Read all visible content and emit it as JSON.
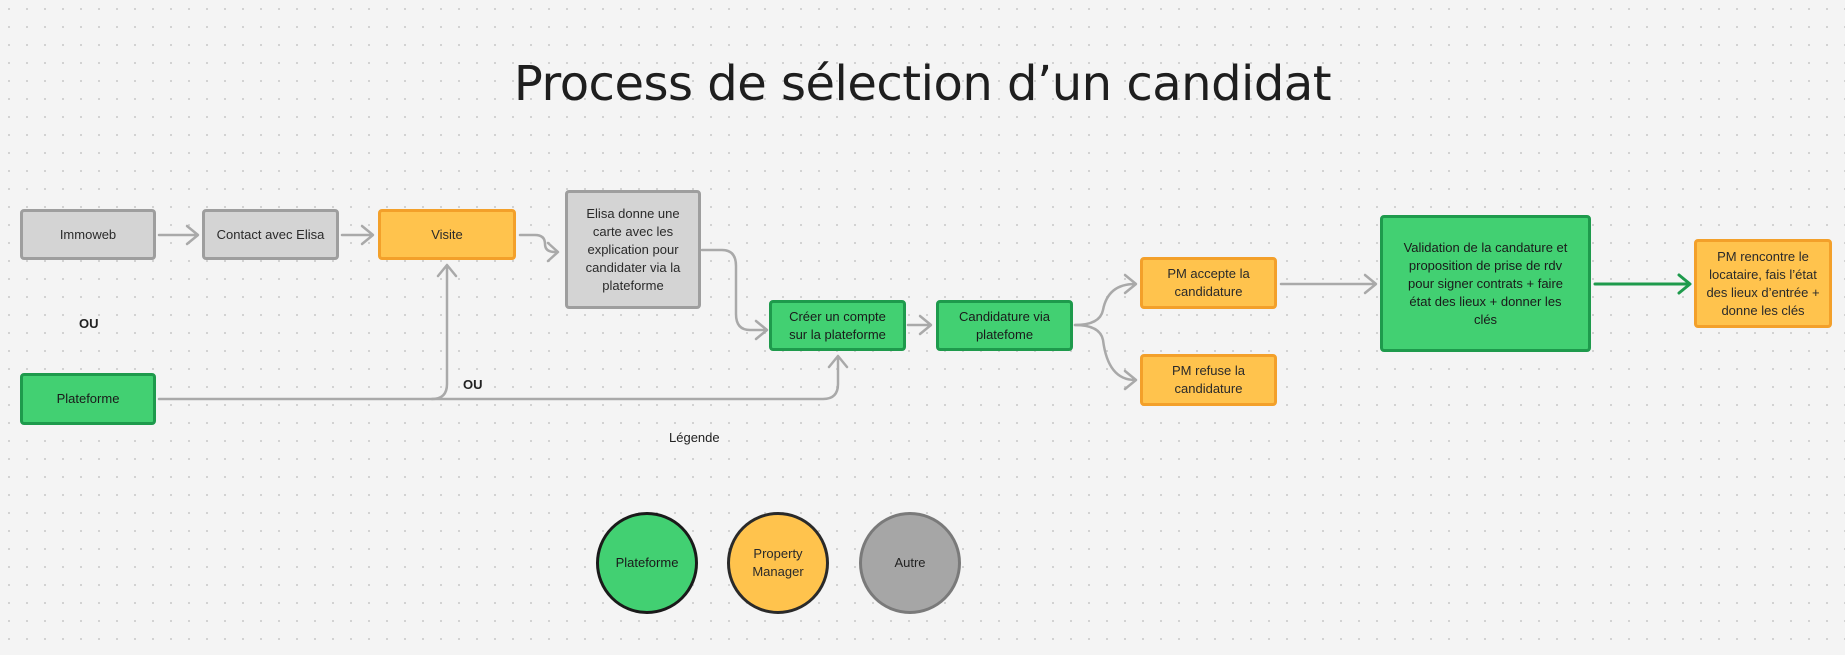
{
  "title": "Process de sélection d’un candidat",
  "nodes": {
    "immoweb": "Immoweb",
    "contact": "Contact avec Elisa",
    "visite": "Visite",
    "elisa_carte": "Elisa donne une carte avec les explication pour candidater via la plateforme",
    "plateforme": "Plateforme",
    "creer_compte": "Créer un compte sur la plateforme",
    "candidature": "Candidature via platefome",
    "pm_accepte": "PM accepte la candidature",
    "pm_refuse": "PM refuse la candidature",
    "validation": "Validation de la candature et proposition de prise de rdv pour signer contrats + faire état des lieux + donner les clés",
    "pm_rencontre": "PM rencontre le locataire, fais l’état des lieux d’entrée + donne les clés"
  },
  "labels": {
    "ou_left": "OU",
    "ou_mid": "OU"
  },
  "legend": {
    "title": "Légende",
    "items": [
      "Plateforme",
      "Property Manager",
      "Autre"
    ]
  },
  "colors": {
    "plateforme": "#42d072",
    "property_manager": "#ffc34d",
    "autre": "#d4d4d4",
    "connector": "#a9a9a9",
    "connector_green": "#1e9a4c"
  }
}
